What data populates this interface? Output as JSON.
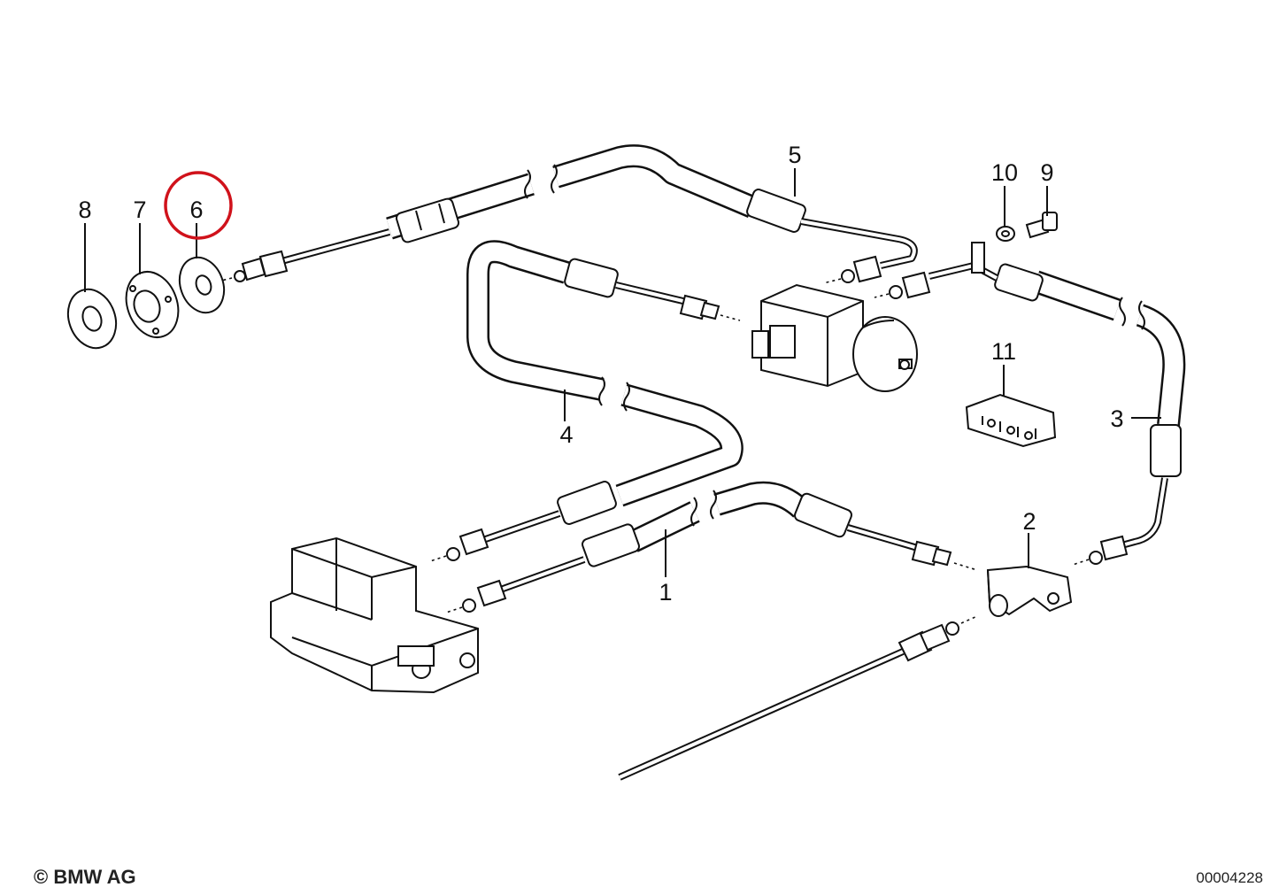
{
  "diagram": {
    "labels": {
      "p1": "1",
      "p2": "2",
      "p3": "3",
      "p4": "4",
      "p5": "5",
      "p6": "6",
      "p7": "7",
      "p8": "8",
      "p9": "9",
      "p10": "10",
      "p11": "11"
    },
    "highlighted_part": "6",
    "highlight_color": "#d0121b"
  },
  "footer": {
    "copyright": "© BMW AG",
    "document_number": "00004228"
  }
}
